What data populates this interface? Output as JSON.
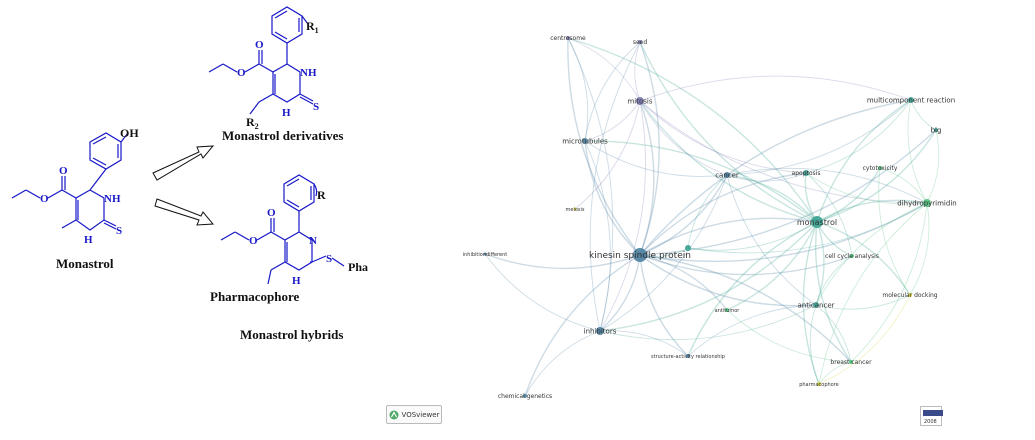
{
  "left_panel": {
    "monastrol": {
      "name": "Monastrol",
      "oh": "OH",
      "nh": "NH",
      "h": "H",
      "s": "S",
      "o": "O"
    },
    "derivatives": {
      "name": "Monastrol derivatives",
      "r1": "R",
      "r1_sub": "1",
      "r2": "R",
      "r2_sub": "2",
      "nh": "NH",
      "h": "H",
      "s": "S",
      "o": "O"
    },
    "hybrids": {
      "name": "Monastrol hybrids",
      "r": "R",
      "n": "N",
      "h": "H",
      "s": "S",
      "pha": "Pha",
      "pharmacophore": "Pharmacophore",
      "o": "O"
    }
  },
  "network": {
    "nodes": [
      {
        "id": "centrosome",
        "label": "centrosome"
      },
      {
        "id": "seed",
        "label": "seed"
      },
      {
        "id": "mitosis",
        "label": "mitosis"
      },
      {
        "id": "microtubules",
        "label": "microtubules"
      },
      {
        "id": "cancer",
        "label": "cancer"
      },
      {
        "id": "apoptosis",
        "label": "apoptosis"
      },
      {
        "id": "multicomponent",
        "label": "multicomponent reaction"
      },
      {
        "id": "big",
        "label": "big"
      },
      {
        "id": "cytotoxicity",
        "label": "cytotoxicity"
      },
      {
        "id": "dihydro",
        "label": "dihydropyrimidin"
      },
      {
        "id": "meiosis",
        "label": "meiosis"
      },
      {
        "id": "monastrol",
        "label": "monastrol"
      },
      {
        "id": "ksp",
        "label": "kinesin spindle protein"
      },
      {
        "id": "cellcycle",
        "label": "cell cycle analysis"
      },
      {
        "id": "inhibition",
        "label": "inhibitiondifferent"
      },
      {
        "id": "molecular",
        "label": "molecular docking"
      },
      {
        "id": "anticancer",
        "label": "anticancer"
      },
      {
        "id": "antitumor",
        "label": "antitumor"
      },
      {
        "id": "inhibitors",
        "label": "inhibitors"
      },
      {
        "id": "sar",
        "label": "structure-activity relationship"
      },
      {
        "id": "breast",
        "label": "breast cancer"
      },
      {
        "id": "pharmacophore",
        "label": "pharmacophore"
      },
      {
        "id": "chemgen",
        "label": "chemical genetics"
      },
      {
        "id": "hidden1",
        "label": ""
      }
    ],
    "colors": {
      "purple": "#7b78b4",
      "blue": "#4a7fa0",
      "teal": "#3aa190",
      "green": "#4fc07a",
      "yellow": "#d6d23a"
    }
  },
  "badge": {
    "label": "VOSviewer"
  },
  "legend": {
    "year": "2008"
  }
}
